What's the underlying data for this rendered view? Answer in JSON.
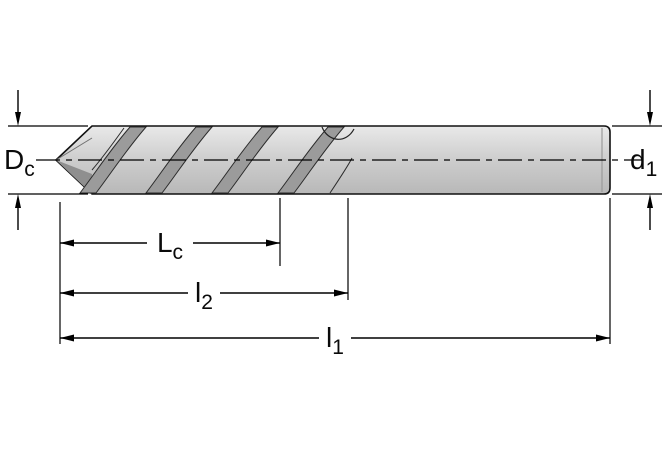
{
  "title": "Twist drill dimension drawing",
  "labels": {
    "dc": {
      "main": "D",
      "sub": "c"
    },
    "d1": {
      "main": "d",
      "sub": "1"
    },
    "lc": {
      "main": "L",
      "sub": "c"
    },
    "l2": {
      "main": "l",
      "sub": "2"
    },
    "l1": {
      "main": "l",
      "sub": "1"
    }
  },
  "colors": {
    "line": "#000000",
    "metal_light": "#e9e9e9",
    "metal_mid": "#cdcdcd",
    "metal_dark": "#b8b8b8",
    "flute_shade": "#9b9b9b",
    "tip_shade": "#8f8f8f",
    "background": "#ffffff"
  }
}
